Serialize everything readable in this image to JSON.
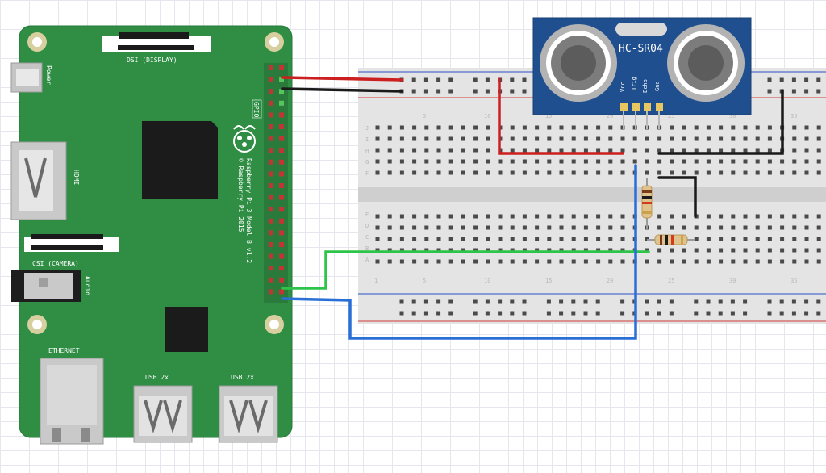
{
  "pi": {
    "dsi_label": "DSI (DISPLAY)",
    "power_label": "Power",
    "hdmi_label": "HDMI",
    "csi_label": "CSI (CAMERA)",
    "audio_label": "Audio",
    "ethernet_label": "ETHERNET",
    "usb_label_1": "USB 2x",
    "usb_label_2": "USB 2x",
    "gpio_label": "GPIO",
    "model_line1": "Raspberry Pi 3 Model B v1.2",
    "model_line2": "© Raspberry Pi 2015"
  },
  "sensor": {
    "name": "HC-SR04",
    "pins": [
      "Vcc",
      "Trig",
      "Echo",
      "Gnd"
    ]
  },
  "breadboard": {
    "rows_top": [
      "J",
      "I",
      "H",
      "G",
      "F"
    ],
    "rows_bottom": [
      "E",
      "D",
      "C",
      "B",
      "A"
    ],
    "col_numbers_top": [
      "5",
      "10",
      "15",
      "20",
      "25",
      "30",
      "35"
    ],
    "col_numbers_bottom": [
      "1",
      "5",
      "10",
      "15",
      "20",
      "25",
      "30",
      "35"
    ]
  },
  "colors": {
    "pcb": "#2f8d44",
    "sensor": "#1f4f8f",
    "wire_red": "#cc1f1f",
    "wire_black": "#1a1a1a",
    "wire_green": "#2ec44a",
    "wire_blue": "#2a6fd6"
  }
}
